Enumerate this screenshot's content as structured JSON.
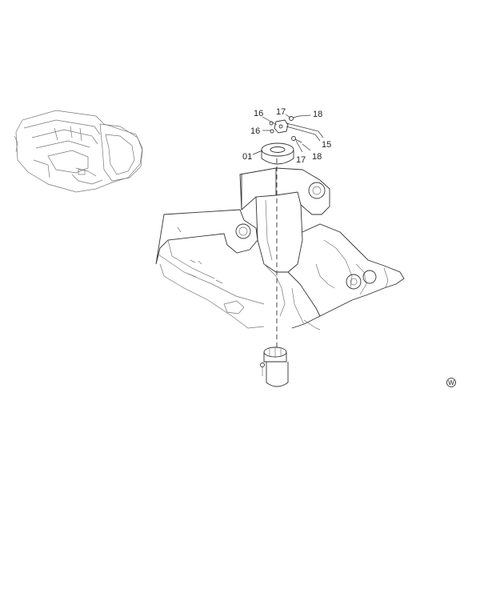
{
  "callouts": {
    "c16a": "16",
    "c17a": "17",
    "c18a": "18",
    "c16b": "16",
    "c15": "15",
    "c01": "01",
    "c17b": "17",
    "c18b": "18"
  },
  "marks": {
    "w": "W"
  }
}
